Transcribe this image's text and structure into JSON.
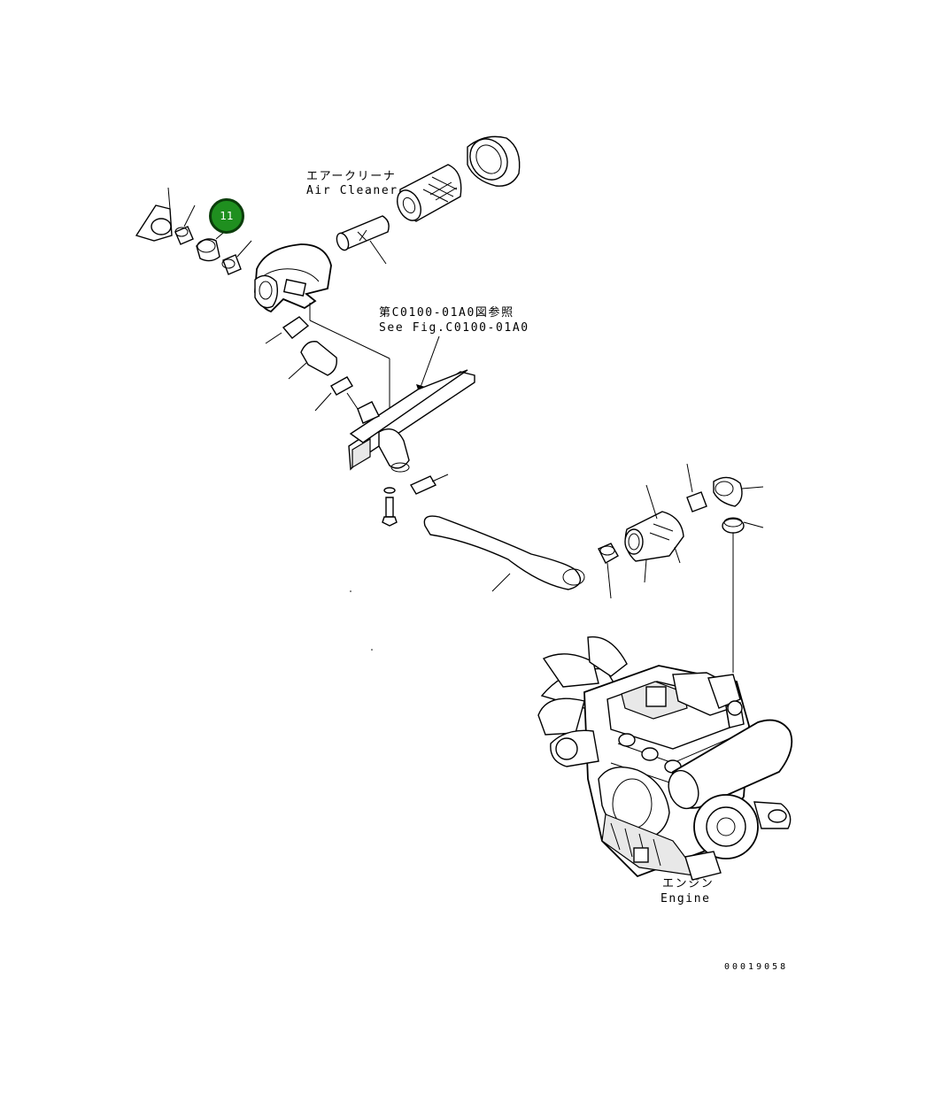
{
  "labels": {
    "air_cleaner_jp": "エアークリーナ",
    "air_cleaner_en": "Air Cleaner",
    "see_fig_jp": "第C0100-01A0図参照",
    "see_fig_en": "See Fig.C0100-01A0",
    "engine_jp": "エンジン",
    "engine_en": "Engine",
    "drawing_number": "00019058"
  },
  "callout": {
    "number": "11",
    "fill_color": "#1f8f1f",
    "border_color": "#0b3d0b"
  }
}
